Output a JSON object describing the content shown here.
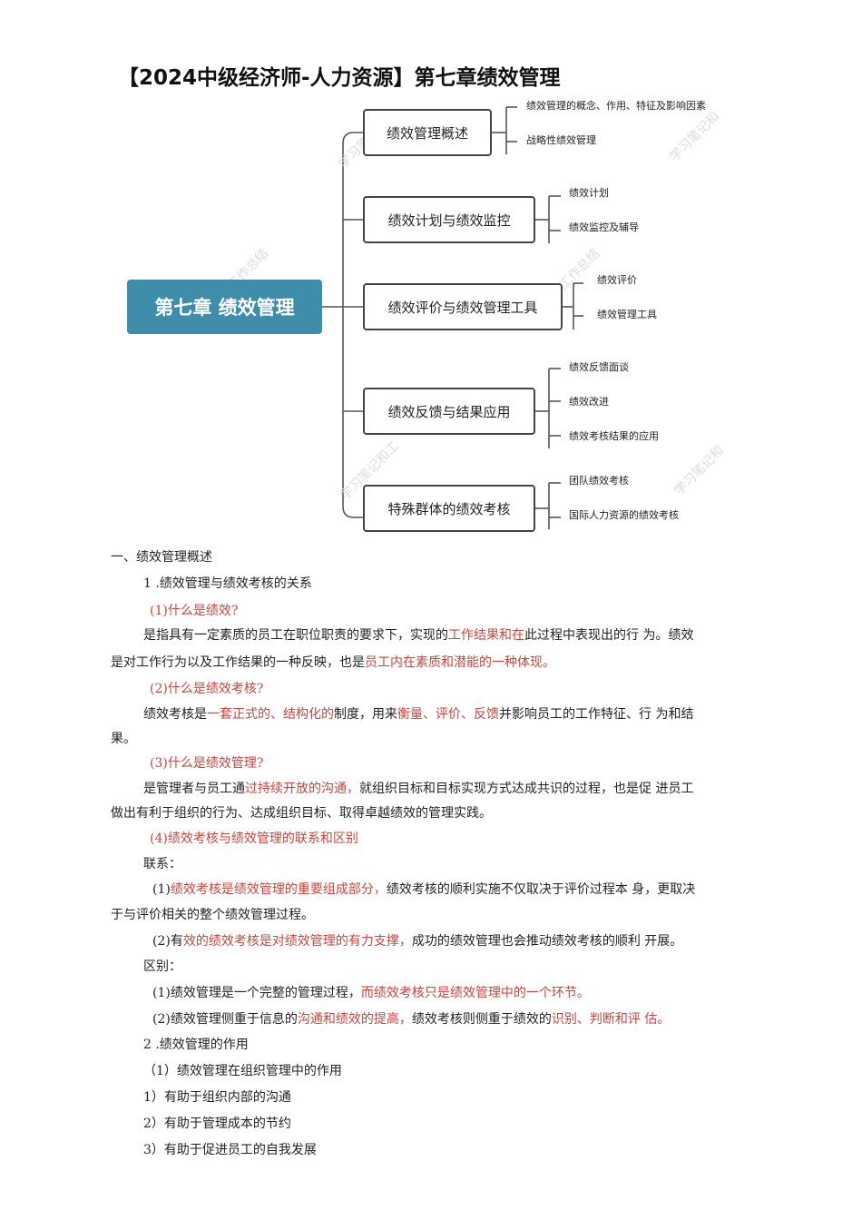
{
  "title": "【2024中级经济师-人力资源】第七章绩效管理",
  "mindmap": {
    "root": "第七章  绩效管理",
    "branches": [
      {
        "label": "绩效管理概述",
        "leaves": [
          "绩效管理的概念、作用、特征及影响因素",
          "战略性绩效管理"
        ]
      },
      {
        "label": "绩效计划与绩效监控",
        "leaves": [
          "绩效计划",
          "绩效监控及辅导"
        ]
      },
      {
        "label": "绩效评价与绩效管理工具",
        "leaves": [
          "绩效评价",
          "绩效管理工具"
        ]
      },
      {
        "label": "绩效反馈与结果应用",
        "leaves": [
          "绩效反馈面谈",
          "绩效改进",
          "绩效考核结果的应用"
        ]
      },
      {
        "label": "特殊群体的绩效考核",
        "leaves": [
          "团队绩效考核",
          "国际人力资源的绩效考核"
        ]
      }
    ],
    "watermarks": [
      "学习笔记和",
      "学习笔记和",
      "工作总结",
      "工作总结",
      "学习笔记和工",
      "学习笔记和"
    ]
  },
  "content": {
    "s1": "一、绩效管理概述",
    "s1_1": "1  .绩效管理与绩效考核的关系",
    "q1": "(1)什么是绩效?",
    "a1_p1": "是指具有一定素质的员工在职位职责的要求下，实现的",
    "a1_r1": "工作结果和在",
    "a1_p2": "此过程中表现出的行  为",
    "a1_p3": "。绩效",
    "a1_l2_p1": "是对工作行为以及工作结果的一种反映，也是",
    "a1_l2_r1": "员工内在素质和潜能的一种体现。",
    "q2": "(2)什么是绩效考核?",
    "a2_p1": "绩效考核是",
    "a2_r1": "一套正式的、结构化的",
    "a2_p2": "制度，用来",
    "a2_r2": "衡量、评价、反馈",
    "a2_p3": "并影响员工的工作特征、行  为和结",
    "a2_l2": "果。",
    "q3": "(3)什么是绩效管理?",
    "a3_p1": "是管理者与员工通",
    "a3_r1": "过持续开放的沟通，",
    "a3_p2": "就组织目标和目标实现方式达成共识的过程，也是促  进员工",
    "a3_l2": "做出有利于组织的行为、达成组织目标、取得卓越绩效的管理实践。",
    "q4": "(4)绩效考核与绩效管理的联系和区别",
    "lianxi": "联系：",
    "lx1_p1": "(1)",
    "lx1_r1": "绩效考核是绩效管理的重要组成部分，",
    "lx1_p2": "绩效考核的顺利实施不仅取决于评价过程本  身，更取决",
    "lx1_l2": "于与评价相关的整个绩效管理过程。",
    "lx2_p1": "(2)有",
    "lx2_r1": "效的绩效考核是对绩效管理的有力支撑，",
    "lx2_p2": "成功的绩效管理也会推动绩效考核的顺利  开展。",
    "qubie": "区别：",
    "qb1_p1": "(1)绩效管理是一个完整的管理过程，",
    "qb1_r1": "而绩效考核只是绩效管理中的一个环节。",
    "qb2_p1": "(2)绩效管理侧重于信息的",
    "qb2_r1": "沟通和绩效的提高，",
    "qb2_p2": "绩效考核则侧重于绩效的",
    "qb2_r2": "识别、判断和评  估。",
    "s1_2": "2  .绩效管理的作用",
    "s1_2_1": "（1）绩效管理在组织管理中的作用",
    "i1": "1）有助于组织内部的沟通",
    "i2": "2）有助于管理成本的节约",
    "i3": "3）有助于促进员工的自我发展"
  },
  "colors": {
    "root_bg": "#3e8dab",
    "highlight": "#c8443f"
  }
}
